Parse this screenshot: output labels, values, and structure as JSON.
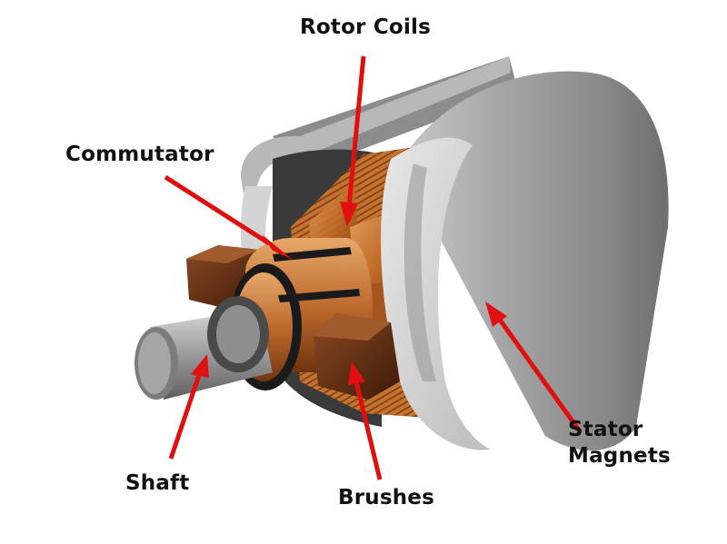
{
  "labels": {
    "rotor_coils": "Rotor Coils",
    "commutator": "Commutator",
    "shaft": "Shaft",
    "brushes": "Brushes",
    "stator_line1": "Stator",
    "stator_line2": "Magnets"
  },
  "colors": {
    "arrow": "#e01010",
    "copper": "#c9762e",
    "copper_dark": "#7a3d14",
    "steel": "#9a9a9a",
    "brush": "#5a2a12",
    "label_text": "#111111"
  }
}
